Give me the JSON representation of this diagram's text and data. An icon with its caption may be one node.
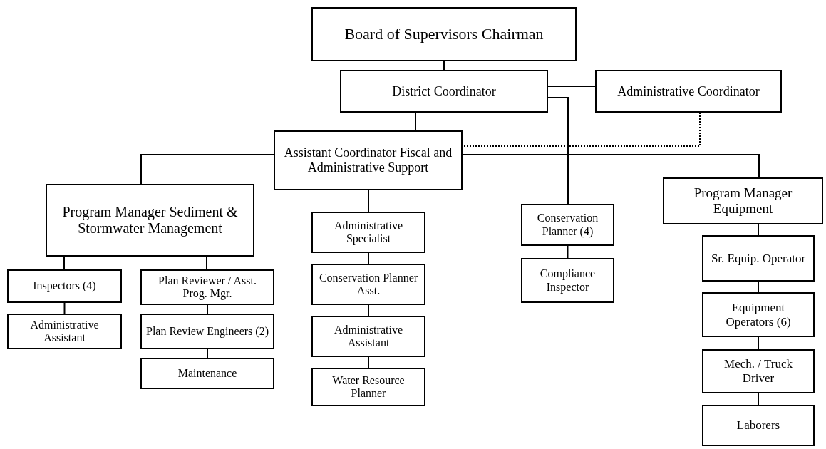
{
  "diagram": {
    "nodes": [
      {
        "text": [
          "Board of Supervisors Chairman"
        ]
      },
      {
        "text": [
          "District Coordinator"
        ]
      },
      {
        "text": [
          "Administrative Coordinator"
        ]
      },
      {
        "text": [
          "Assistant Coordinator Fiscal and Administrative Support"
        ]
      },
      {
        "text": [
          "Program Manager Sediment & Stormwater Management"
        ]
      },
      {
        "text": [
          "Inspectors (4)"
        ]
      },
      {
        "text": [
          "Plan Reviewer / Asst. Prog. Mgr."
        ]
      },
      {
        "text": [
          "Administrative Assistant"
        ]
      },
      {
        "text": [
          "Plan Review Engineers (2)"
        ]
      },
      {
        "text": [
          "Maintenance"
        ]
      },
      {
        "text": [
          "Administrative Specialist"
        ]
      },
      {
        "text": [
          "Conservation Planner Asst."
        ]
      },
      {
        "text": [
          "Administrative Assistant"
        ]
      },
      {
        "text": [
          "Water Resource Planner"
        ]
      },
      {
        "text": [
          "Conservation Planner (4)"
        ]
      },
      {
        "text": [
          "Compliance Inspector"
        ]
      },
      {
        "text": [
          "Program Manager Equipment"
        ]
      },
      {
        "text": [
          "Sr. Equip. Operator"
        ]
      },
      {
        "text": [
          "Equipment Operators (6)"
        ]
      },
      {
        "text": [
          "Mech. / Truck Driver"
        ]
      },
      {
        "text": [
          "Laborers"
        ]
      }
    ],
    "edges": [
      {
        "from": 0,
        "to": 1,
        "arrow": "none"
      },
      {
        "from": 1,
        "to": 2,
        "arrow": "none"
      },
      {
        "from": 1,
        "to": 3,
        "arrow": "none"
      },
      {
        "from": 2,
        "to": 3,
        "arrow": "none",
        "style": "dashed"
      },
      {
        "from": 3,
        "to": 4,
        "arrow": "none"
      },
      {
        "from": 3,
        "to": 16,
        "arrow": "none"
      },
      {
        "from": 1,
        "to": 14,
        "arrow": "none"
      },
      {
        "from": 4,
        "to": 5,
        "arrow": "none"
      },
      {
        "from": 4,
        "to": 6,
        "arrow": "none"
      },
      {
        "from": 5,
        "to": 7,
        "arrow": "none"
      },
      {
        "from": 6,
        "to": 8,
        "arrow": "none"
      },
      {
        "from": 8,
        "to": 9,
        "arrow": "none"
      },
      {
        "from": 3,
        "to": 10,
        "arrow": "none"
      },
      {
        "from": 10,
        "to": 11,
        "arrow": "none"
      },
      {
        "from": 11,
        "to": 12,
        "arrow": "none"
      },
      {
        "from": 12,
        "to": 13,
        "arrow": "none"
      },
      {
        "from": 14,
        "to": 15,
        "arrow": "none"
      },
      {
        "from": 16,
        "to": 17,
        "arrow": "none"
      },
      {
        "from": 17,
        "to": 18,
        "arrow": "none"
      },
      {
        "from": 18,
        "to": 19,
        "arrow": "none"
      },
      {
        "from": 19,
        "to": 20,
        "arrow": "none"
      }
    ]
  }
}
